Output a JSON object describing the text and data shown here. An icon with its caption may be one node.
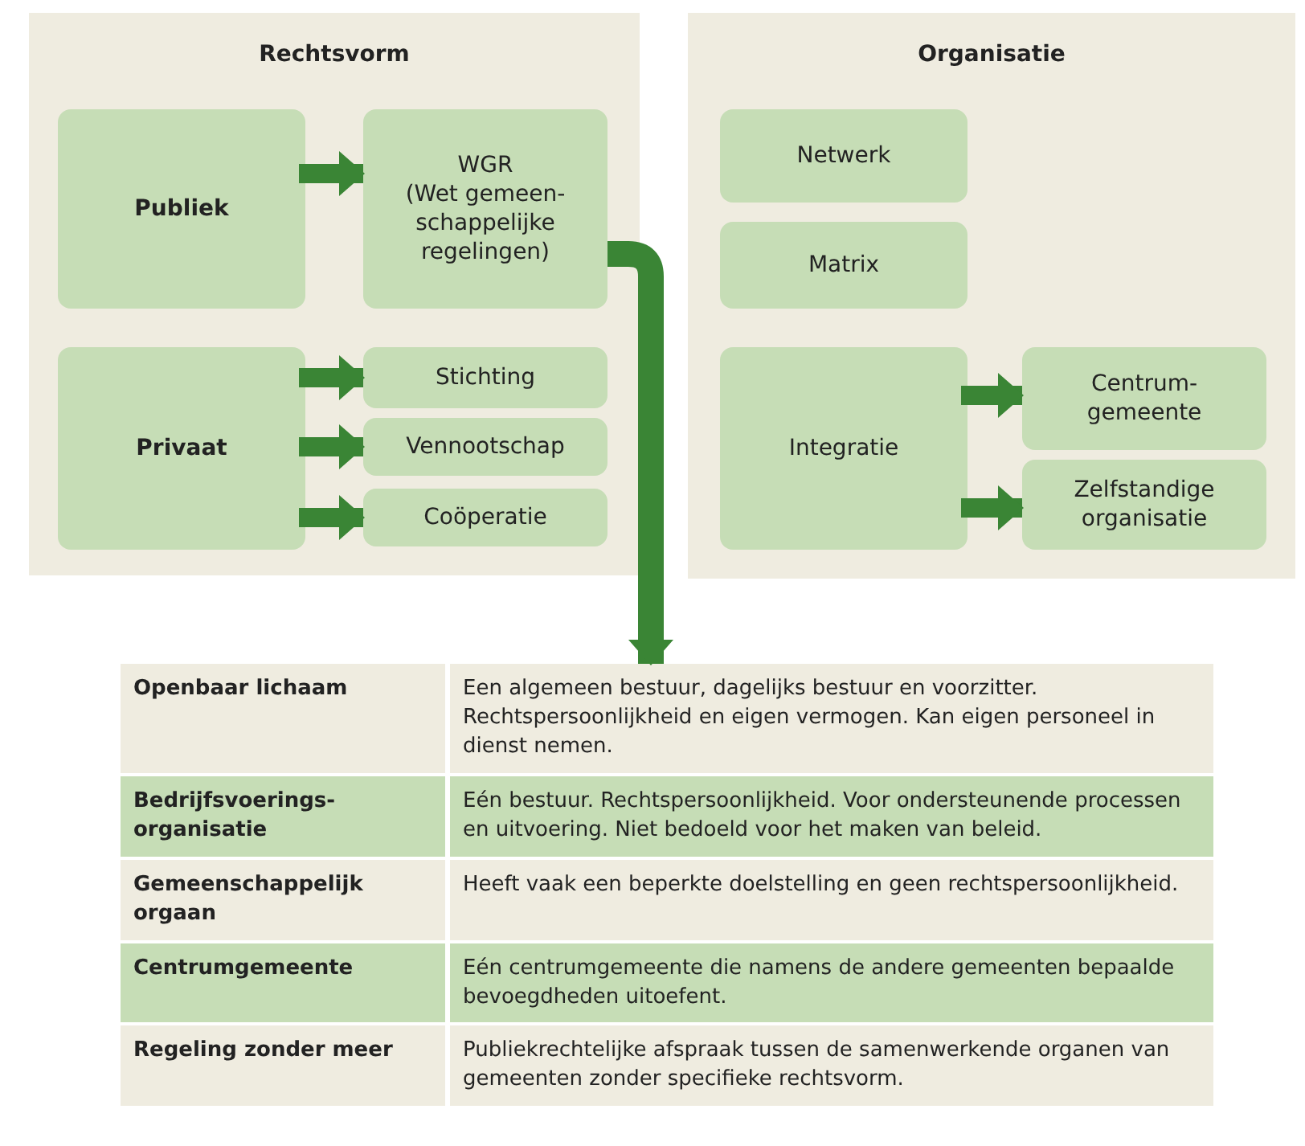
{
  "diagram": {
    "nodes": [
      {
        "text": [
          "Rechtsvorm"
        ]
      },
      {
        "text": [
          "Publiek"
        ],
        "in": 0
      },
      {
        "text": [
          "WGR",
          "(Wet gemeen- schappelijke regelingen)"
        ],
        "in": 0
      },
      {
        "text": [
          "Privaat"
        ],
        "in": 0
      },
      {
        "text": [
          "Stichting"
        ],
        "in": 0
      },
      {
        "text": [
          "Vennootschap"
        ],
        "in": 0
      },
      {
        "text": [
          "Coöperatie"
        ],
        "in": 0
      },
      {
        "text": [
          "Organisatie"
        ]
      },
      {
        "text": [
          "Netwerk"
        ],
        "in": 7
      },
      {
        "text": [
          "Matrix"
        ],
        "in": 7
      },
      {
        "text": [
          "Integratie"
        ],
        "in": 7
      },
      {
        "text": [
          "Centrum- gemeente"
        ],
        "in": 7
      },
      {
        "text": [
          "Zelfstandige organisatie"
        ],
        "in": 7
      },
      {
        "text": [
          "Openbaar lichaam",
          "Een algemeen bestuur, dagelijks bestuur en voorzitter. Rechtspersoonlijkheid en eigen vermogen. Kan eigen personeel in dienst nemen.",
          "Bedrijfsvoerings- organisatie",
          "Eén bestuur. Rechtspersoonlijkheid. Voor ondersteunende processen en uitvoering. Niet bedoeld voor het maken van beleid.",
          "Gemeenschappelijk orgaan",
          "Heeft vaak een beperkte doelstelling en geen rechtspersoonlijkheid.",
          "Centrumgemeente",
          "Eén centrumgemeente die namens de andere gemeenten bepaalde bevoegdheden uitoefent.",
          "Regeling zonder meer",
          "Publiekrechtelijke afspraak tussen de samenwerkende organen van gemeenten zonder specifieke rechtsvorm."
        ]
      }
    ],
    "edges": [
      {
        "from": 1,
        "to": 2,
        "arrow": "to"
      },
      {
        "from": 3,
        "to": 4,
        "arrow": "to"
      },
      {
        "from": 3,
        "to": 5,
        "arrow": "to"
      },
      {
        "from": 3,
        "to": 6,
        "arrow": "to"
      },
      {
        "from": 10,
        "to": 11,
        "arrow": "to"
      },
      {
        "from": 10,
        "to": 12,
        "arrow": "to"
      },
      {
        "from": 2,
        "to": 13,
        "arrow": "to"
      }
    ]
  }
}
